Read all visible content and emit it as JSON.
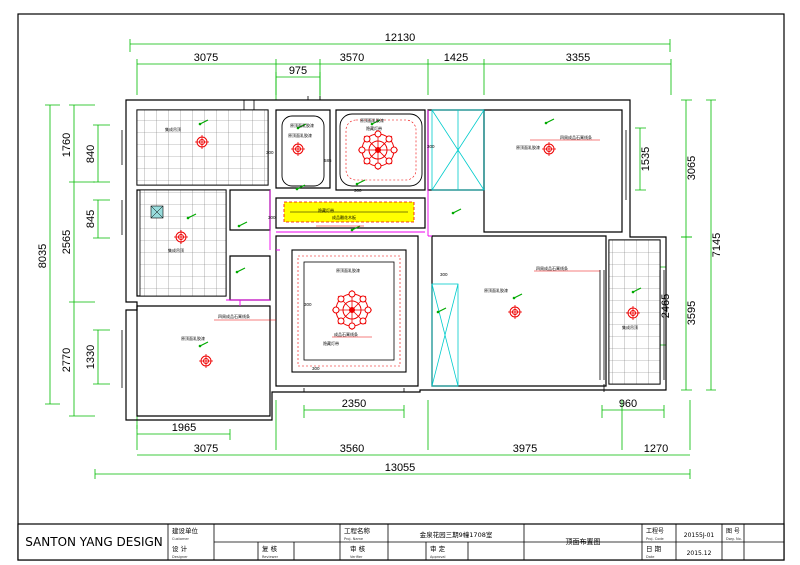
{
  "dimensions": {
    "top_overall": "12130",
    "top_segments": [
      "3075",
      "975",
      "3570",
      "1425",
      "3355"
    ],
    "bottom_overall": "13055",
    "bottom_segments": [
      "3075",
      "3560",
      "3975",
      "1270"
    ],
    "bottom_inner": [
      "1965",
      "2350",
      "960"
    ],
    "left_overall": "8035",
    "left_segments": [
      "1760",
      "840",
      "2565",
      "845",
      "2770",
      "1330"
    ],
    "right_overall": "7145",
    "right_segments": [
      "3065",
      "1535",
      "3595",
      "2465"
    ]
  },
  "room_labels": {
    "bath1": "集成吊顶",
    "bath2": "集成吊顶",
    "kitchen": "原顶面乳胶漆",
    "kitchen_ceiling": "原顶面乳胶漆",
    "dining_top": "原顶面乳胶漆",
    "dining_light": "隐藏灯带",
    "bedroom1": "原顶面乳胶漆",
    "bedroom1_line": "四周成品石膏线条",
    "yellow_bar1": "隐藏灯带",
    "yellow_bar2": "成品雕花木板",
    "living_top": "原顶面乳胶漆",
    "living_bottom": "成品石膏线条",
    "living_light": "隐藏灯带",
    "bedroom2": "原顶面乳胶漆",
    "bedroom2_line": "四周成品石膏线条",
    "bedroom3": "原顶面乳胶漆",
    "bedroom3_line": "四周成品石膏线条",
    "balcony": "集成吊顶"
  },
  "small_dims": [
    "300",
    "585",
    "300",
    "300",
    "300",
    "300",
    "300",
    "300"
  ],
  "title_block": {
    "company": "SANTON YANG DESIGN",
    "customer_label": "建设单位",
    "customer_label_en": "Customer",
    "designer_label": "设 计",
    "designer_label_en": "Designer",
    "reviewer_label": "复 核",
    "reviewer_label_en": "Reviewer",
    "project_label": "工程名称",
    "project_label_en": "Proj. Name",
    "project_name": "金泉花园三期9幢1708室",
    "verifier_label": "审 核",
    "verifier_label_en": "Verifier",
    "approval_label": "审 定",
    "approval_label_en": "Approval",
    "drawing_title": "顶面布置图",
    "proj_code_label": "工程号",
    "proj_code_label_en": "Proj. Code",
    "proj_code": "20155J-01",
    "drawing_no_label": "图 号",
    "drawing_no_label_en": "Dwg. No.",
    "date_label": "日 期",
    "date_label_en": "Date",
    "date": "2015.12"
  }
}
